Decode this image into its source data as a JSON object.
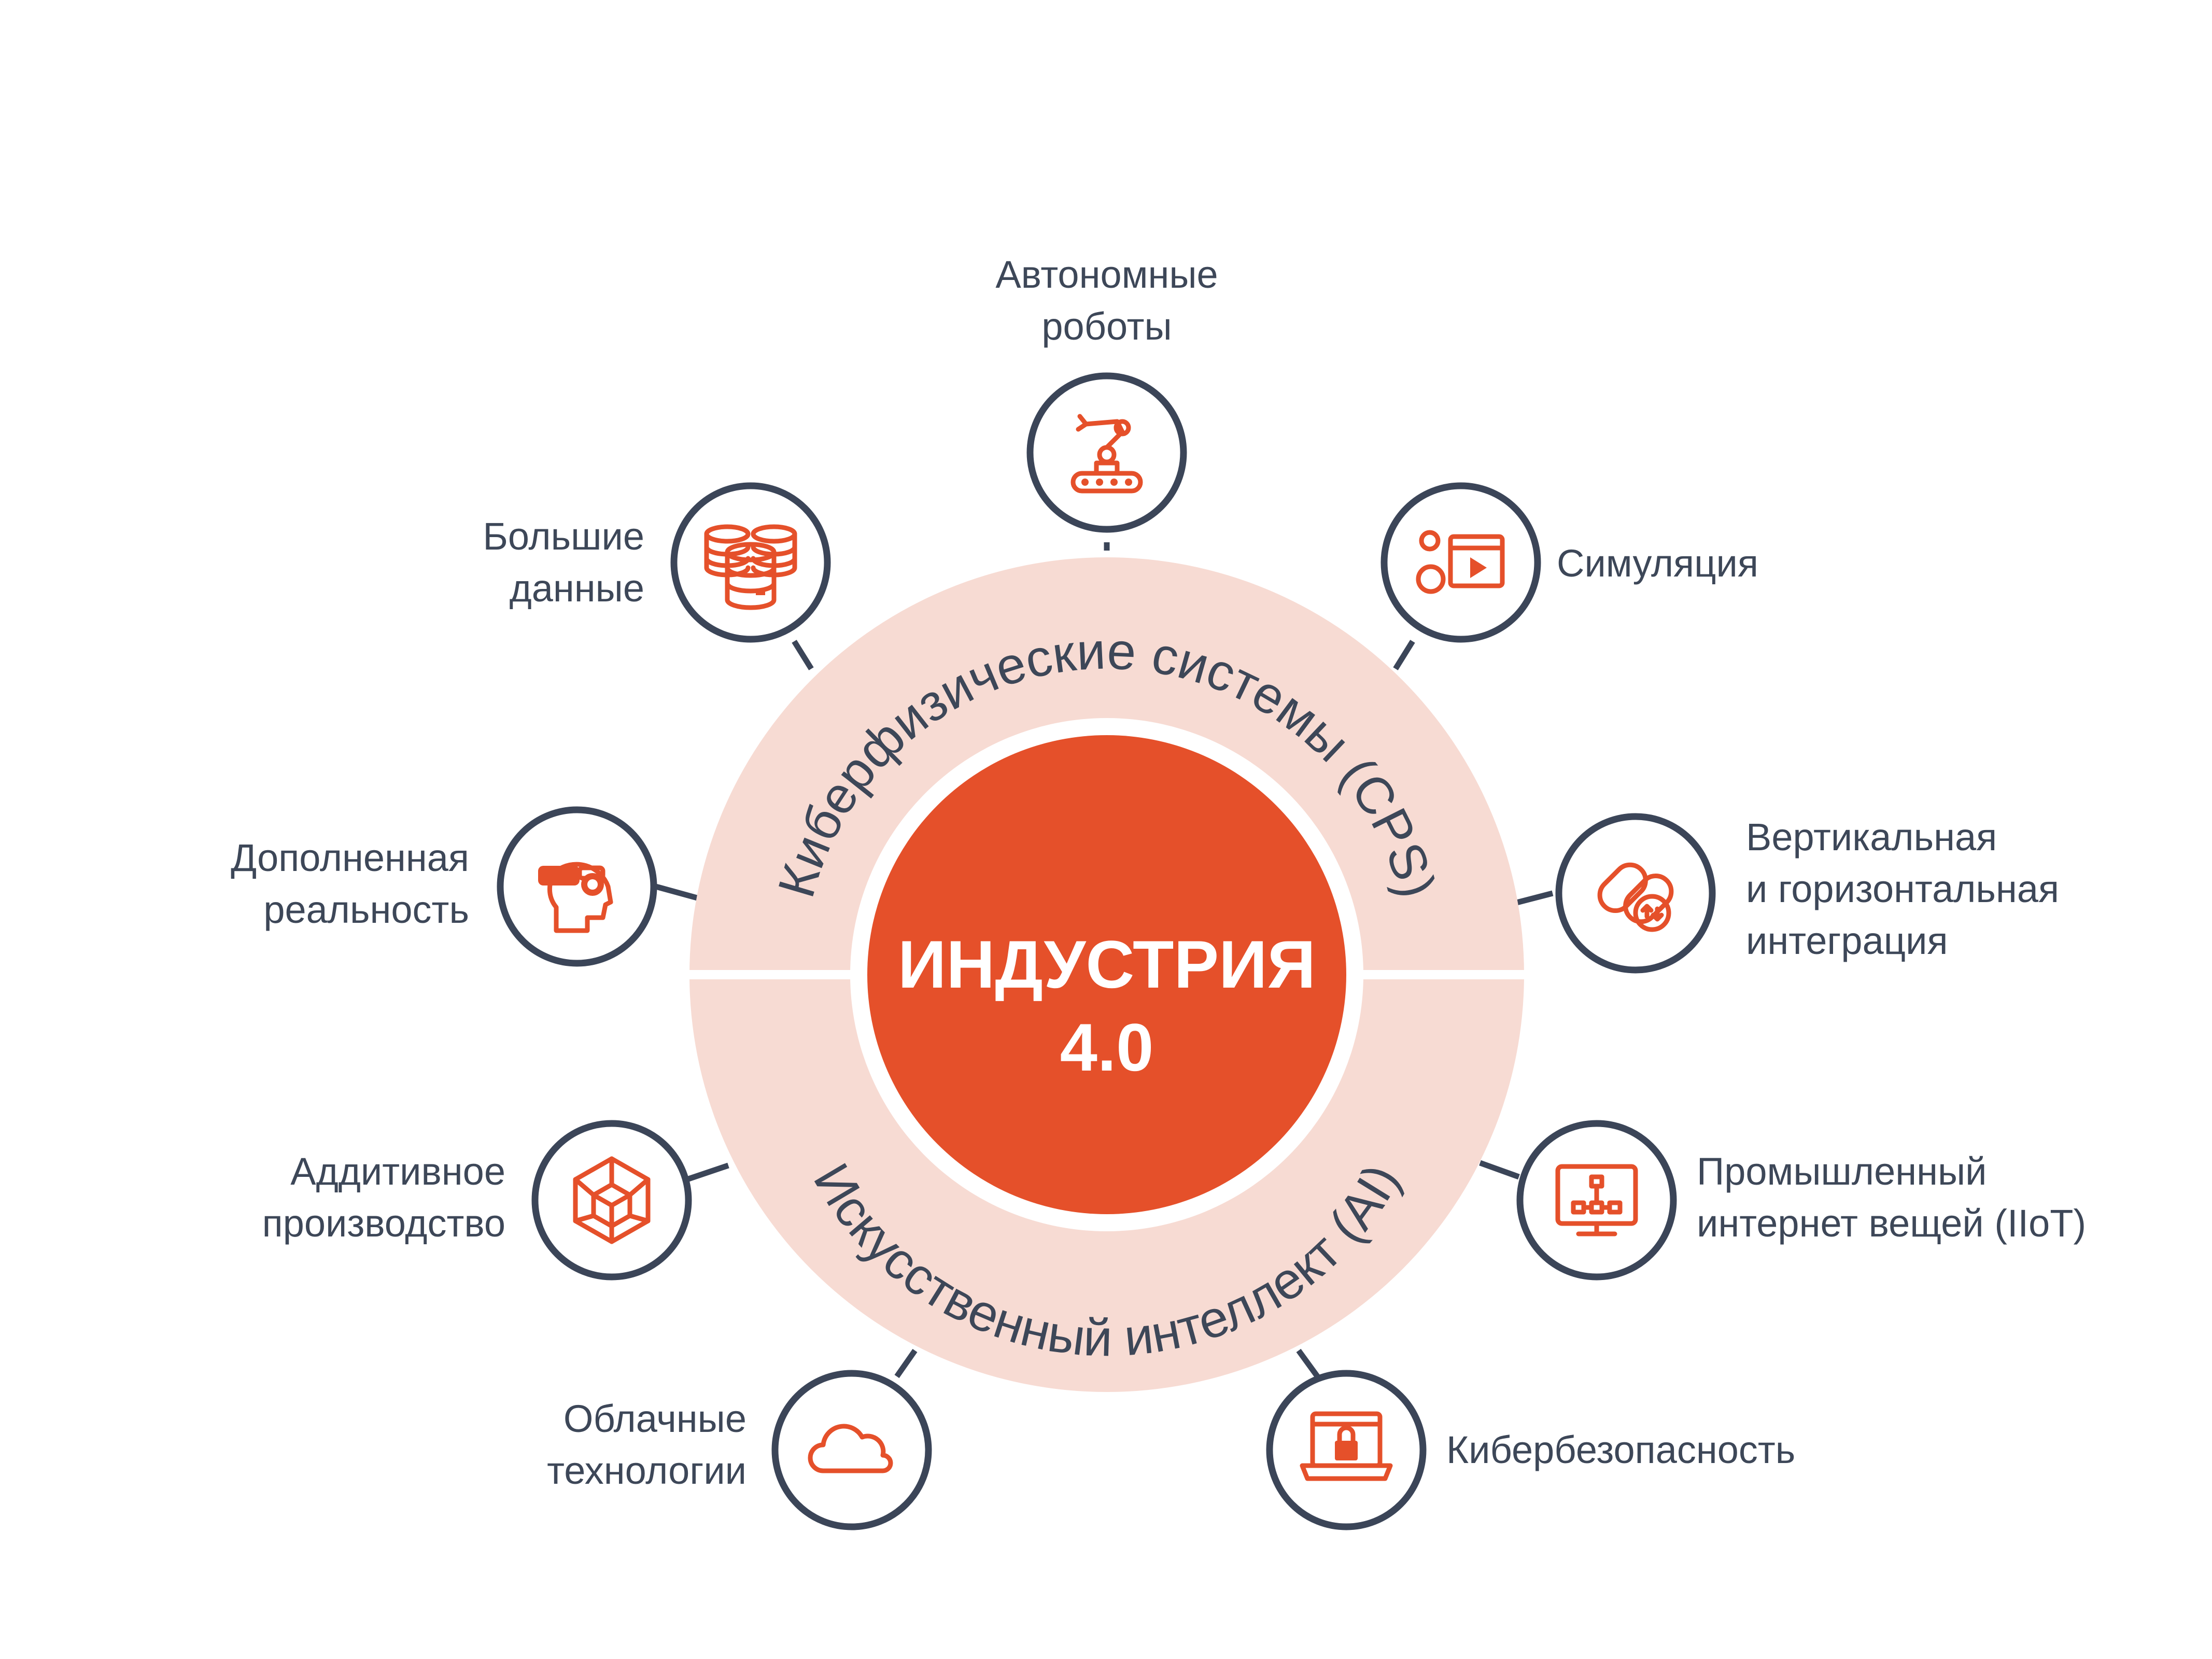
{
  "center": {
    "line1": "ИНДУСТРИЯ",
    "line2": "4.0"
  },
  "ring": {
    "top": "Киберфизические системы (CPS)",
    "bottom": "Искусственный интеллект (AI)"
  },
  "nodes": [
    {
      "id": "robots",
      "icon": "robot-arm-icon",
      "lines": [
        "Автономные",
        "роботы"
      ]
    },
    {
      "id": "simulation",
      "icon": "simulation-icon",
      "lines": [
        "Симуляция"
      ]
    },
    {
      "id": "integration",
      "icon": "chain-link-icon",
      "lines": [
        "Вертикальная",
        "и горизонтальная",
        "интеграция"
      ]
    },
    {
      "id": "iiot",
      "icon": "monitor-network-icon",
      "lines": [
        "Промышленный",
        "интернет вещей (IIoT)"
      ]
    },
    {
      "id": "security",
      "icon": "laptop-lock-icon",
      "lines": [
        "Кибербезопасность"
      ]
    },
    {
      "id": "cloud",
      "icon": "cloud-icon",
      "lines": [
        "Облачные",
        "технологии"
      ]
    },
    {
      "id": "additive",
      "icon": "cube-3d-icon",
      "lines": [
        "Аддитивное",
        "производство"
      ]
    },
    {
      "id": "ar",
      "icon": "vr-headset-icon",
      "lines": [
        "Дополненная",
        "реальность"
      ]
    },
    {
      "id": "bigdata",
      "icon": "database-icon",
      "lines": [
        "Большие",
        "данные"
      ]
    }
  ],
  "colors": {
    "accent": "#e5502a",
    "ring": "#f7dbd3",
    "outline": "#3b4558",
    "text": "#3d4758"
  }
}
